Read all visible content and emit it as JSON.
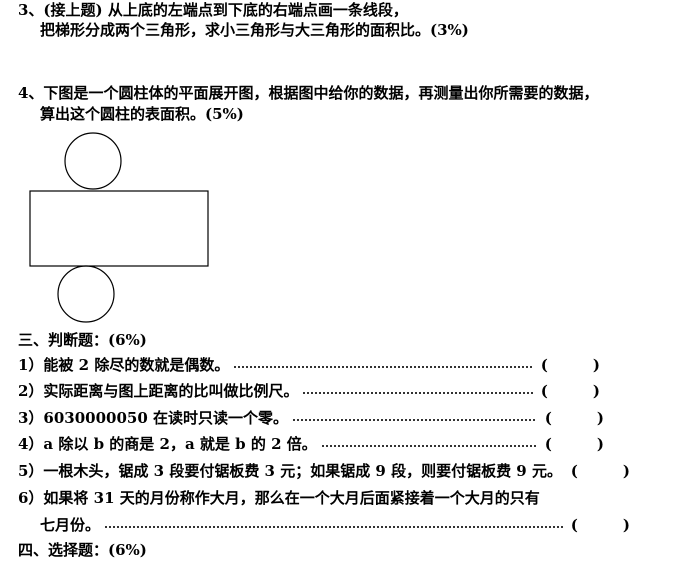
{
  "problem3": {
    "line1": "3、(接上题) 从上底的左端点到下底的右端点画一条线段，",
    "line2": "把梯形分成两个三角形，求小三角形与大三角形的面积比。(3%)"
  },
  "problem4": {
    "line1": "4、下图是一个圆柱体的平面展开图，根据图中给你的数据，再测量出你所需要的数据，",
    "line2": "算出这个圆柱的表面积。(5%)"
  },
  "section3": {
    "heading": "三、判断题：(6%)",
    "items": [
      {
        "text": "1）能被 2 除尽的数就是偶数。",
        "paren": "(　　　)"
      },
      {
        "text": "2）实际距离与图上距离的比叫做比例尺。",
        "paren": "(　　　)"
      },
      {
        "text": "3）6030000050 在读时只读一个零。",
        "paren": "(　　　)"
      },
      {
        "text": "4）a 除以 b 的商是 2，a 就是 b 的 2 倍。",
        "paren": "(　　　)"
      },
      {
        "text": "5）一根木头，锯成 3 段要付锯板费 3 元；如果锯成 9 段，则要付锯板费 9 元。",
        "paren": "(　　　)"
      },
      {
        "text": "6）如果将 31 天的月份称作大月，那么在一个大月后面紧接着一个大月的只有",
        "cont": "七月份。",
        "paren": "(　　　)"
      }
    ]
  },
  "section4": {
    "heading": "四、选择题：(6%)"
  }
}
